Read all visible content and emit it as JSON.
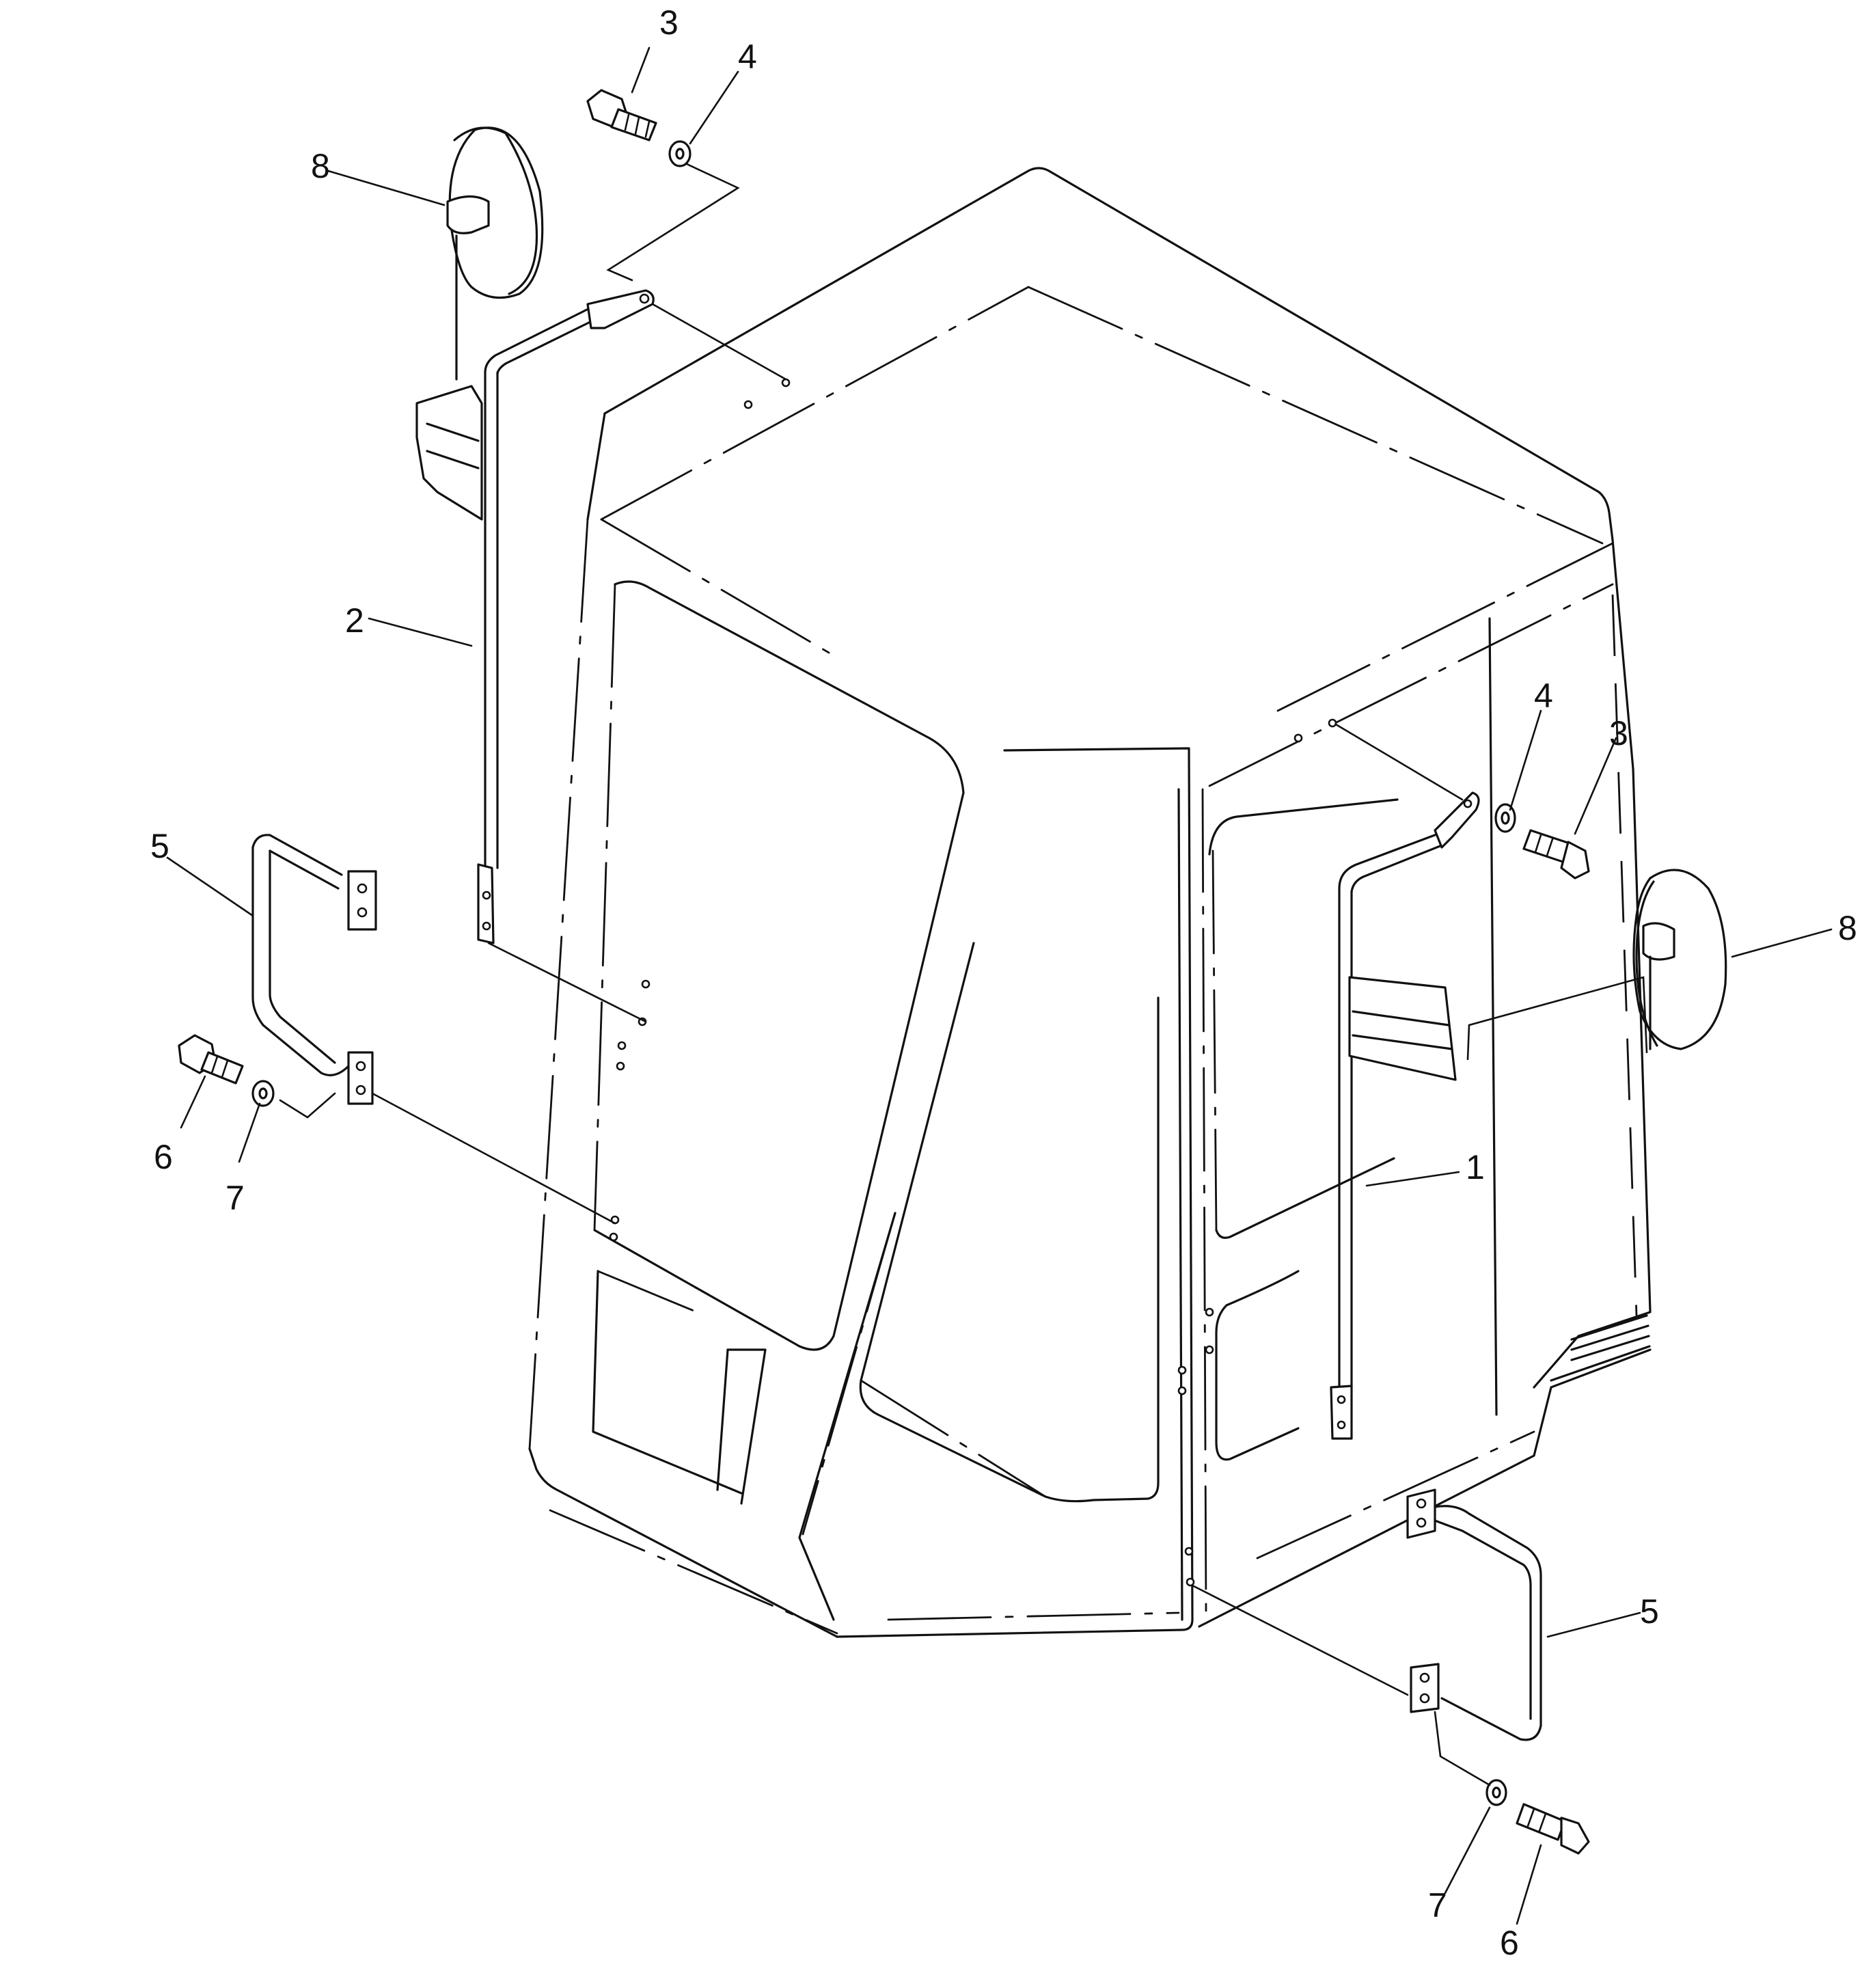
{
  "callouts": [
    {
      "id": "c1",
      "text": "1"
    },
    {
      "id": "c2",
      "text": "2"
    },
    {
      "id": "c3a",
      "text": "3"
    },
    {
      "id": "c3b",
      "text": "3"
    },
    {
      "id": "c4a",
      "text": "4"
    },
    {
      "id": "c4b",
      "text": "4"
    },
    {
      "id": "c5a",
      "text": "5"
    },
    {
      "id": "c5b",
      "text": "5"
    },
    {
      "id": "c6a",
      "text": "6"
    },
    {
      "id": "c6b",
      "text": "6"
    },
    {
      "id": "c7a",
      "text": "7"
    },
    {
      "id": "c7b",
      "text": "7"
    },
    {
      "id": "c8a",
      "text": "8"
    },
    {
      "id": "c8b",
      "text": "8"
    }
  ]
}
